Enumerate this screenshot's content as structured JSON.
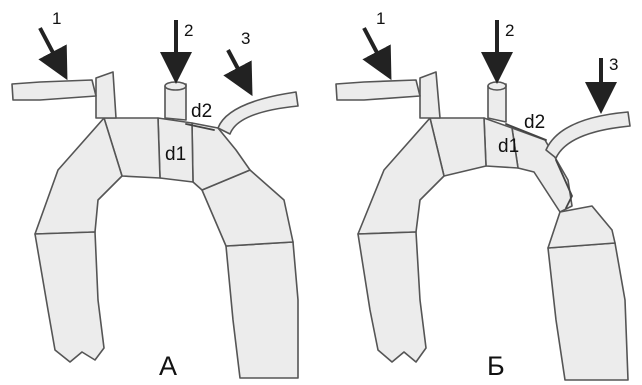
{
  "panels": [
    {
      "label": "А",
      "arrows": [
        "1",
        "2",
        "3"
      ],
      "distances": [
        "d1",
        "d2"
      ]
    },
    {
      "label": "Б",
      "arrows": [
        "1",
        "2",
        "3"
      ],
      "distances": [
        "d1",
        "d2"
      ]
    }
  ],
  "colors": {
    "vessel_fill": "#ececec",
    "outline": "#555555",
    "arrow": "#222222"
  }
}
